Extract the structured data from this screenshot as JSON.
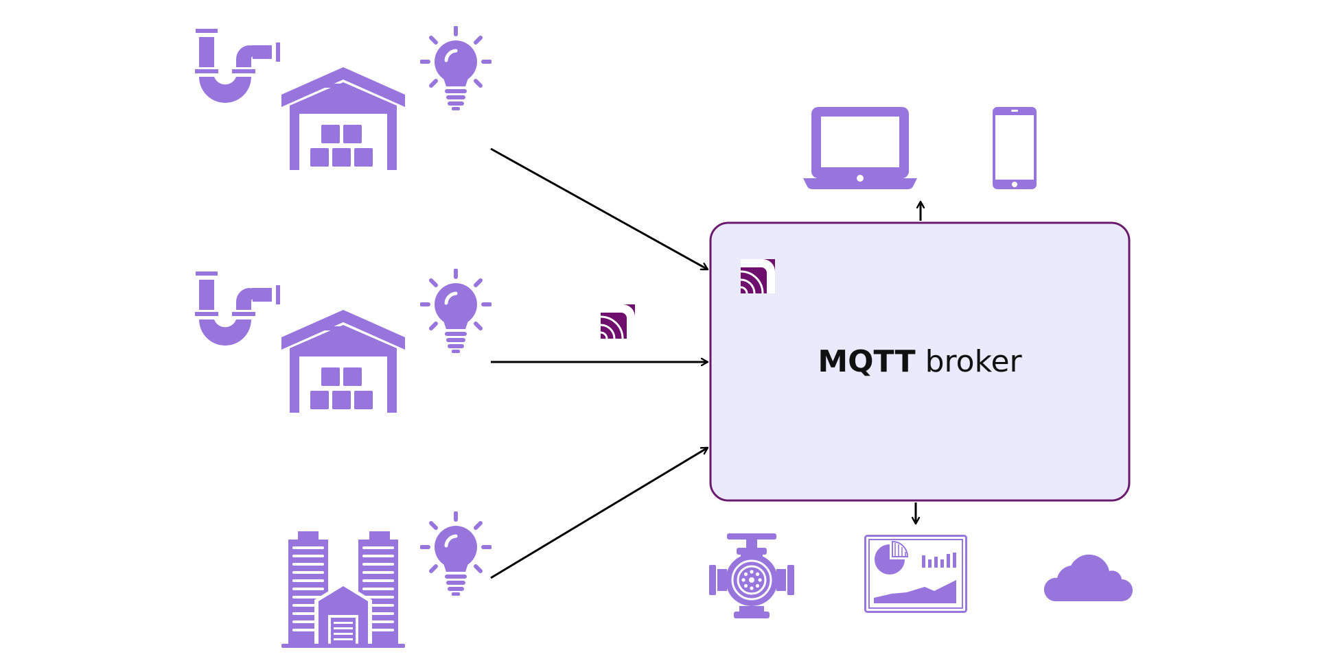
{
  "broker": {
    "label_bold": "MQTT",
    "label_rest": "broker"
  },
  "colors": {
    "icon": "#9775dd",
    "brand": "#6e0f6e",
    "broker_fill": "#ebeafc",
    "broker_border": "#6a1a6e",
    "arrow": "#000000",
    "background": "#ffffff"
  },
  "publishers": [
    {
      "group": "warehouse-site-1",
      "icons": [
        "pipe-icon",
        "warehouse-icon",
        "lightbulb-icon"
      ]
    },
    {
      "group": "warehouse-site-2",
      "icons": [
        "pipe-icon",
        "warehouse-icon",
        "lightbulb-icon"
      ]
    },
    {
      "group": "city-site",
      "icons": [
        "office-buildings-icon",
        "lightbulb-icon"
      ]
    }
  ],
  "subscribers": {
    "top": [
      "laptop-icon",
      "smartphone-icon"
    ],
    "bottom": [
      "valve-icon",
      "dashboard-icon",
      "cloud-icon"
    ]
  },
  "logos": [
    "mqtt-logo-icon"
  ]
}
